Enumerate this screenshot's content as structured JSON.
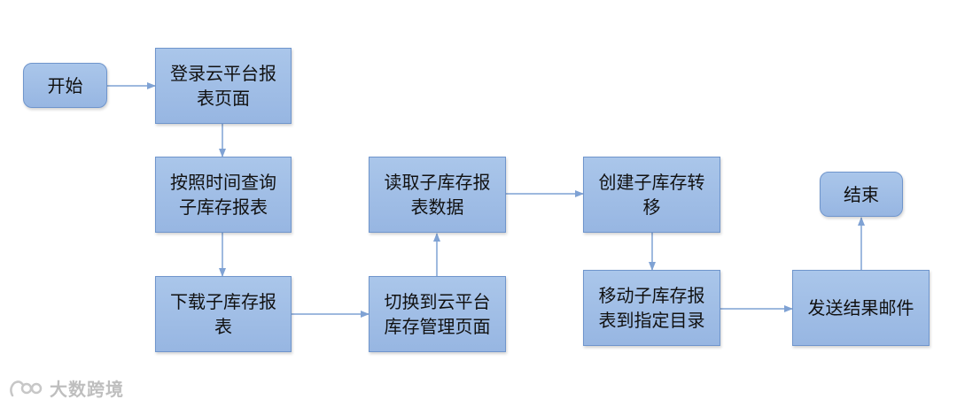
{
  "nodes": {
    "start": "开始",
    "login_line1": "登录云平台报",
    "login_line2": "表页面",
    "query_line1": "按照时间查询",
    "query_line2": "子库存报表",
    "download_line1": "下载子库存报",
    "download_line2": "表",
    "switch_line1": "切换到云平台",
    "switch_line2": "库存管理页面",
    "read_line1": "读取子库存报",
    "read_line2": "表数据",
    "create_line1": "创建子库存转",
    "create_line2": "移",
    "move_line1": "移动子库存报",
    "move_line2": "表到指定目录",
    "email": "发送结果邮件",
    "end": "结束"
  },
  "watermark": {
    "text": "大数跨境"
  },
  "colors": {
    "box_fill": "#9fbce6",
    "box_border": "#6f95cc",
    "arrow": "#7fa2d4"
  }
}
